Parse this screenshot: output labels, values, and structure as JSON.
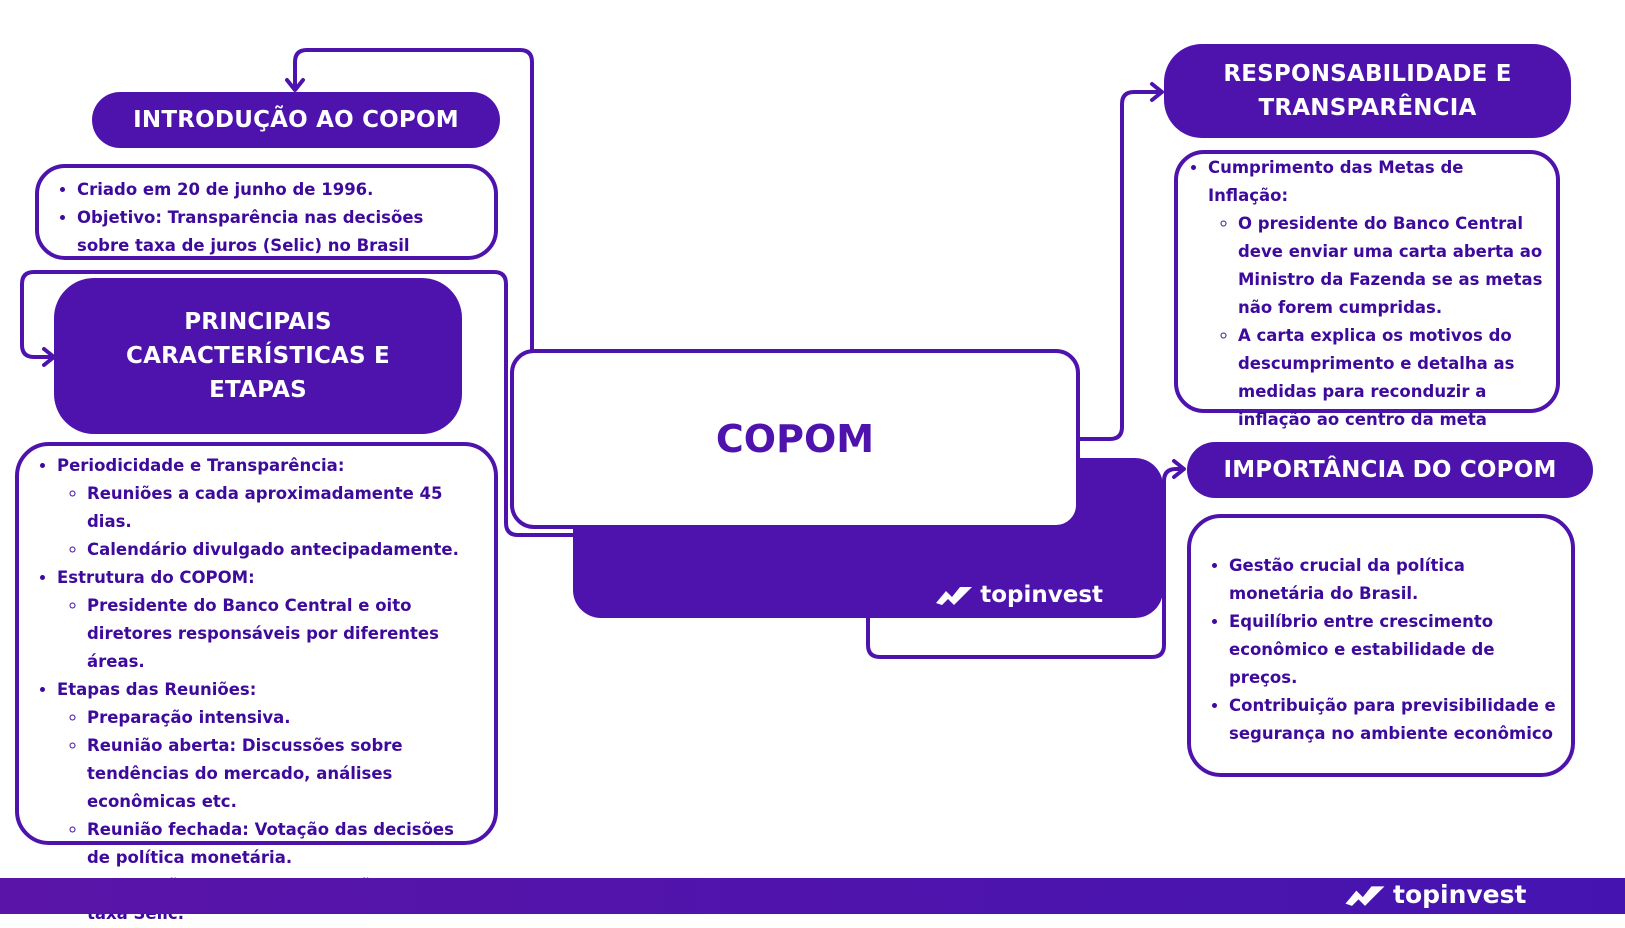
{
  "center": {
    "title": "COPOM"
  },
  "brand": {
    "name": "topinvest",
    "logo_icon": "topinvest-logo-icon"
  },
  "colors": {
    "primary": "#4e12ad",
    "text": "#3e0a9c",
    "background": "#ffffff"
  },
  "intro": {
    "title": "INTRODUÇÃO AO COPOM",
    "items": [
      "Criado em 20 de junho de 1996.",
      "Objetivo: Transparência nas decisões sobre taxa de juros (Selic) no Brasil"
    ]
  },
  "caracteristicas": {
    "title": "PRINCIPAIS CARACTERÍSTICAS E ETAPAS",
    "groups": [
      {
        "label": "Periodicidade e Transparência:",
        "items": [
          "Reuniões a cada aproximadamente 45 dias.",
          "Calendário divulgado antecipadamente."
        ]
      },
      {
        "label": "Estrutura do COPOM:",
        "items": [
          "Presidente do Banco Central e oito diretores responsáveis por diferentes áreas."
        ]
      },
      {
        "label": "Etapas das Reuniões:",
        "items": [
          "Preparação intensiva.",
          "Reunião aberta: Discussões sobre tendências do mercado, análises econômicas etc.",
          "Reunião fechada: Votação das decisões de política monetária.",
          "Divulgação imediata da decisão sobre a taxa Selic."
        ]
      }
    ]
  },
  "responsabilidade": {
    "title": "RESPONSABILIDADE E TRANSPARÊNCIA",
    "label": "Cumprimento das Metas de Inflação:",
    "items": [
      "O presidente do Banco Central deve enviar uma carta aberta ao Ministro da Fazenda se as metas não forem cumpridas.",
      "A carta explica os motivos do descumprimento e detalha as medidas para reconduzir a inflação ao centro da meta"
    ]
  },
  "importancia": {
    "title": "IMPORTÂNCIA DO COPOM",
    "items": [
      "Gestão crucial da política monetária do Brasil.",
      "Equilíbrio entre crescimento econômico e estabilidade de preços.",
      "Contribuição para previsibilidade e segurança no ambiente econômico"
    ]
  }
}
